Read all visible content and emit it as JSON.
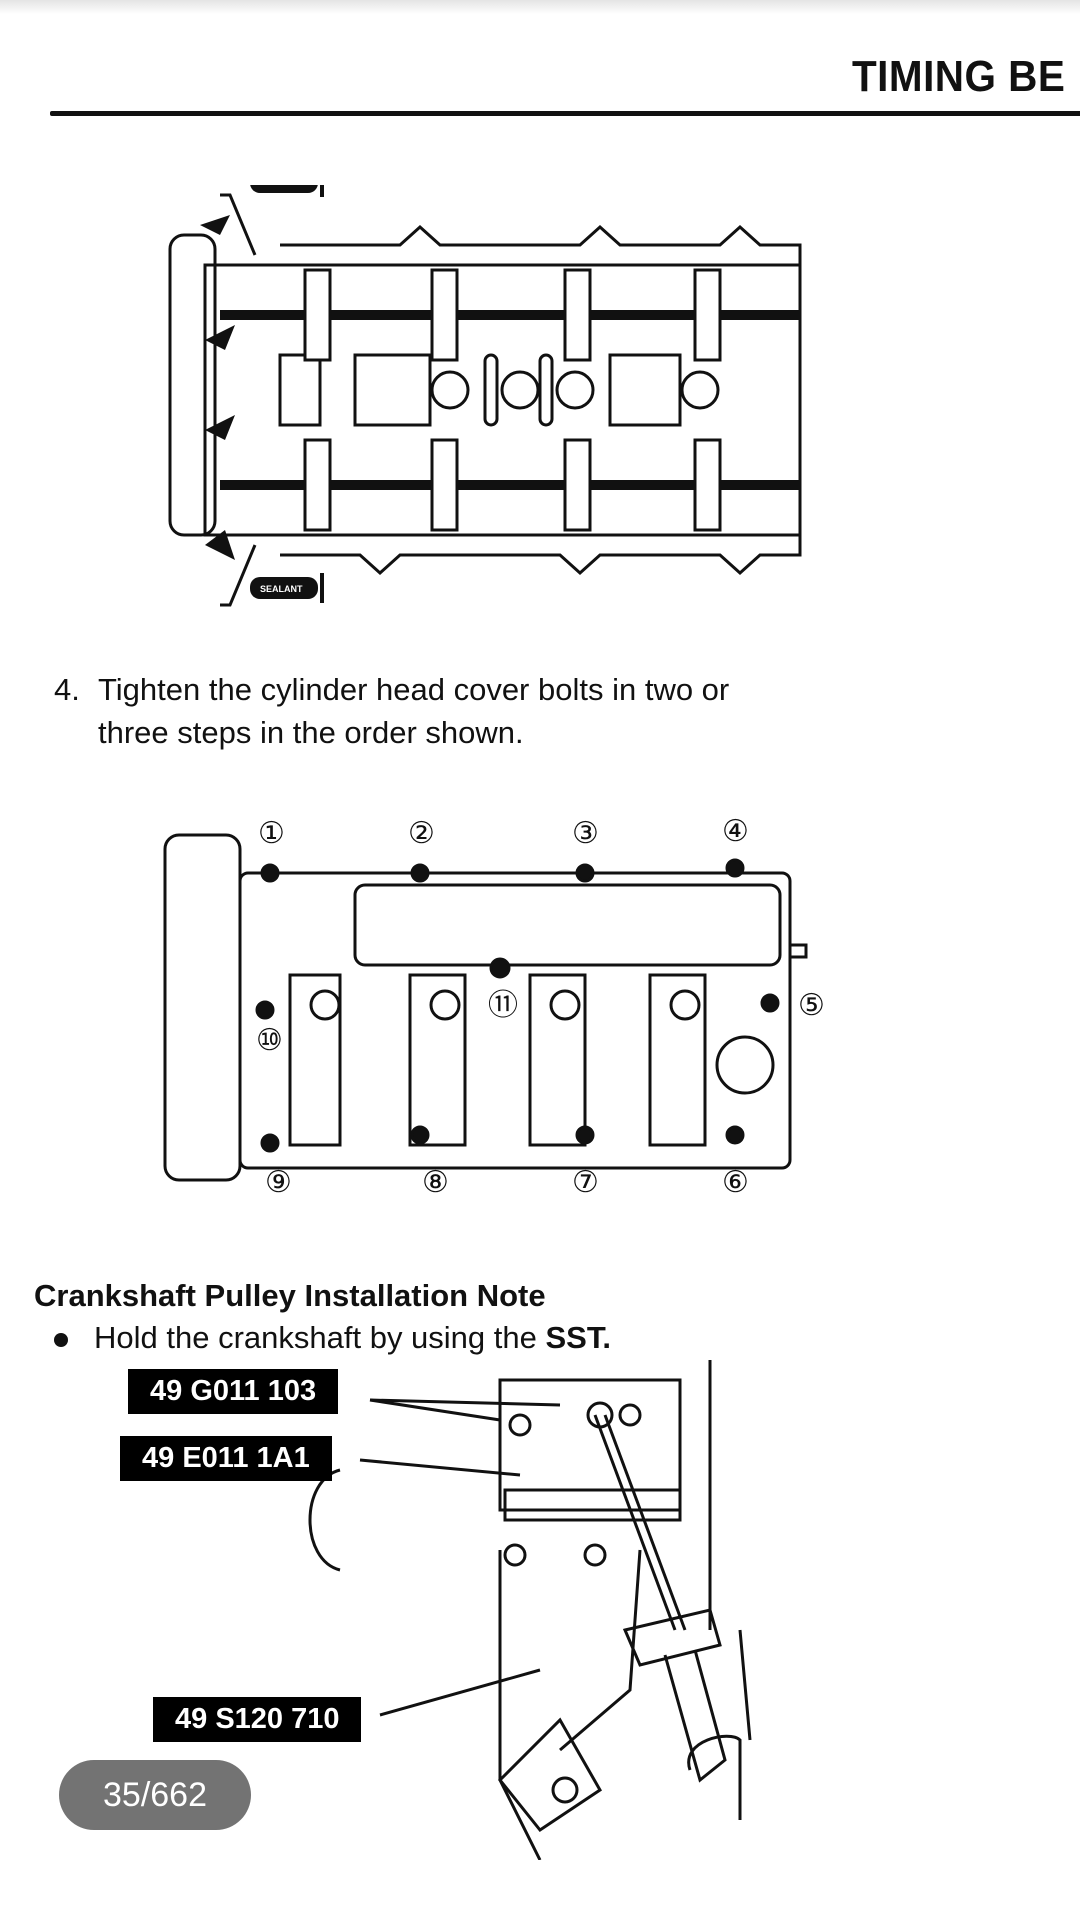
{
  "header": {
    "title": "TIMING BE"
  },
  "figure1": {
    "sealant_label": "SEALANT"
  },
  "step4": {
    "number": "4.",
    "line1": "Tighten the cylinder head cover bolts in two or",
    "line2": "three steps in the order shown."
  },
  "figure2": {
    "bolt_numbers": [
      "①",
      "②",
      "③",
      "④",
      "⑤",
      "⑥",
      "⑦",
      "⑧",
      "⑨",
      "⑩",
      "⑪"
    ]
  },
  "section": {
    "heading": "Crankshaft Pulley Installation Note",
    "bullet_text": "Hold the crankshaft by using the ",
    "bullet_bold": "SST."
  },
  "figure3": {
    "tools": [
      "49 G011 103",
      "49 E011 1A1",
      "49 S120 710"
    ]
  },
  "pager": {
    "page_indicator": "35/662"
  }
}
